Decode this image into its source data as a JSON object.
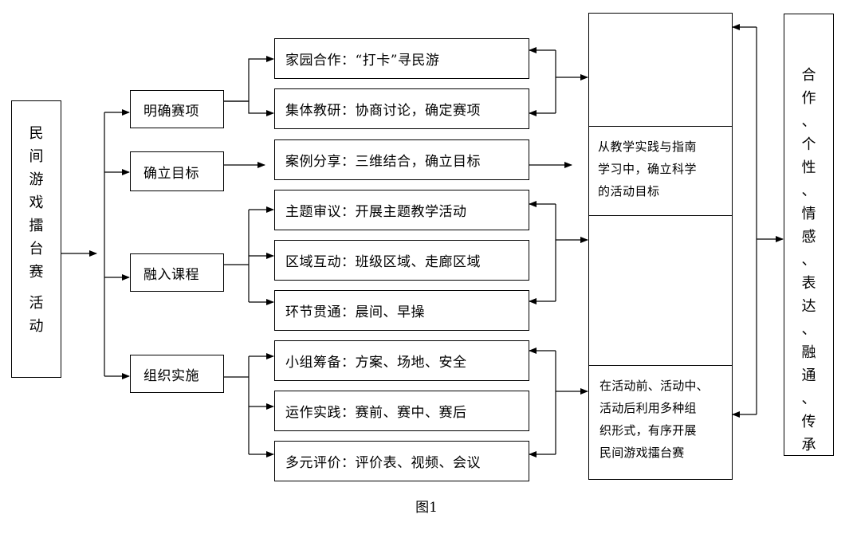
{
  "root": {
    "chars": [
      "民",
      "间",
      "游",
      "戏",
      "擂",
      "台",
      "赛",
      " ",
      "活",
      "动"
    ]
  },
  "level1": [
    "明确赛项",
    "确立目标",
    "融入课程",
    "组织实施"
  ],
  "level2": [
    "家园合作：“打卡”寻民游",
    "集体教研：协商讨论，确定赛项",
    "案例分享：三维结合，确立目标",
    "主题审议：开展主题教学活动",
    "区域互动：班级区域、走廊区域",
    "环节贯通：晨间、早操",
    "小组筹备：方案、场地、安全",
    "运作实践：赛前、赛中、赛后",
    "多元评价：评价表、视频、会议"
  ],
  "notes": {
    "objective": [
      "从教学实践与指南",
      "学习中，确立科学",
      "的活动目标"
    ],
    "organize": [
      "在活动前、活动中、",
      "活动后利用多种组",
      "织形式，有序开展",
      "民间游戏擂台赛"
    ]
  },
  "result": {
    "chars": [
      "合",
      "作",
      "、",
      "个",
      "性",
      "、",
      "情",
      "感",
      "、",
      "表",
      "达",
      "、",
      "融",
      "通",
      "、",
      "传",
      "承"
    ]
  },
  "caption": "图1"
}
